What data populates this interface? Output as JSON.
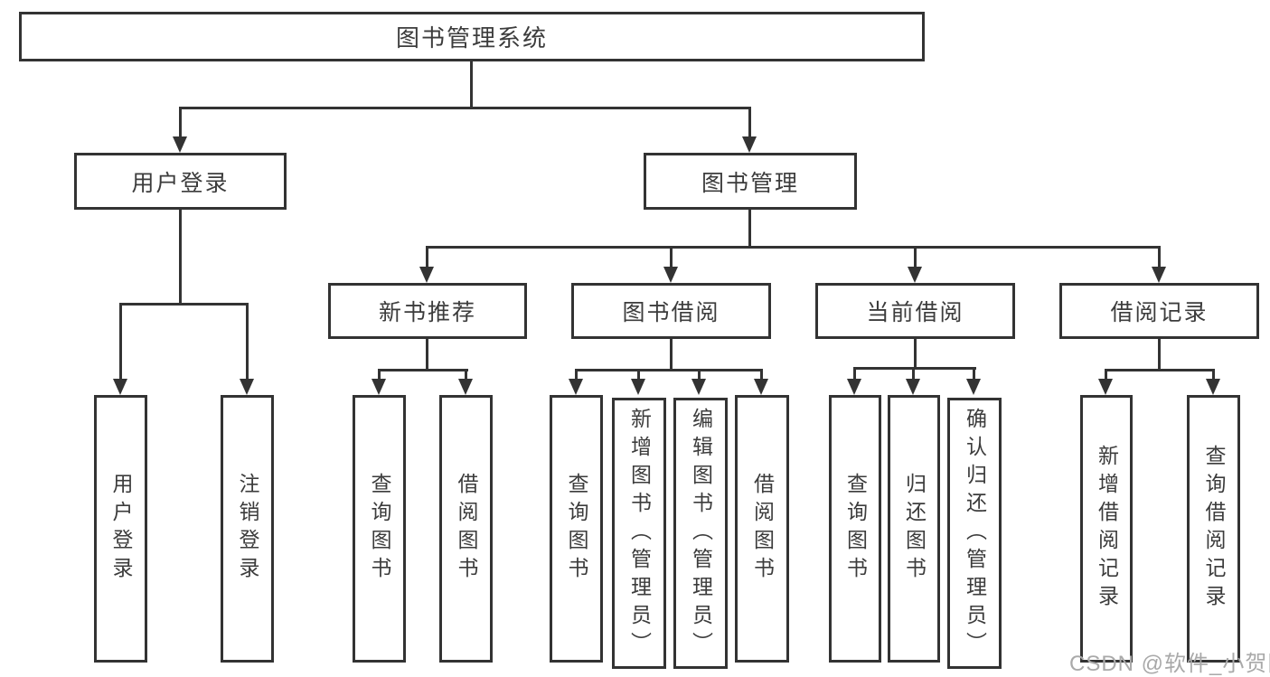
{
  "title": "图书管理系统",
  "colors": {
    "line": "#333333",
    "text": "#3c3c3c",
    "box_background": "#ffffff",
    "page_background": "#ffffff",
    "watermark": "#a9a9a9"
  },
  "tree": {
    "label": "图书管理系统",
    "children": [
      {
        "label": "用户登录",
        "children": [
          {
            "label": "用户登录"
          },
          {
            "label": "注销登录"
          }
        ]
      },
      {
        "label": "图书管理",
        "children": [
          {
            "label": "新书推荐",
            "children": [
              {
                "label": "查询图书"
              },
              {
                "label": "借阅图书"
              }
            ]
          },
          {
            "label": "图书借阅",
            "children": [
              {
                "label": "查询图书"
              },
              {
                "label": "新增图书（管理员）"
              },
              {
                "label": "编辑图书（管理员）"
              },
              {
                "label": "借阅图书"
              }
            ]
          },
          {
            "label": "当前借阅",
            "children": [
              {
                "label": "查询图书"
              },
              {
                "label": "归还图书"
              },
              {
                "label": "确认归还（管理员）"
              }
            ]
          },
          {
            "label": "借阅记录",
            "children": [
              {
                "label": "新增借阅记录"
              },
              {
                "label": "查询借阅记录"
              }
            ]
          }
        ]
      }
    ]
  },
  "watermark": {
    "text": "CSDN @软件_小贺同学"
  }
}
